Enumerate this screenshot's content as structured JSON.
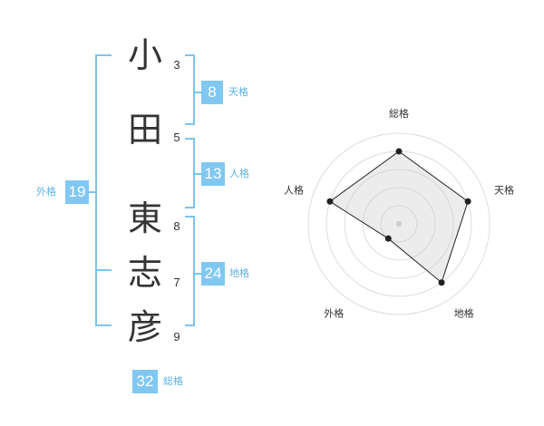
{
  "name": {
    "chars": [
      "小",
      "田",
      "東",
      "志",
      "彦"
    ],
    "strokes": [
      "3",
      "5",
      "8",
      "7",
      "9"
    ]
  },
  "kaku": {
    "ten": {
      "value": "8",
      "label": "天格"
    },
    "jin": {
      "value": "13",
      "label": "人格"
    },
    "chi": {
      "value": "24",
      "label": "地格"
    },
    "gai": {
      "value": "19",
      "label": "外格"
    },
    "sou": {
      "value": "32",
      "label": "総格"
    }
  },
  "colors": {
    "accent": "#80c8f2",
    "line": "#7cc4ee",
    "label": "#5ab2e6"
  },
  "chart_data": {
    "type": "radar",
    "axes": [
      "総格",
      "天格",
      "地格",
      "外格",
      "人格"
    ],
    "values": [
      4,
      4,
      4,
      1,
      4
    ],
    "max": 5,
    "rings": 5
  }
}
